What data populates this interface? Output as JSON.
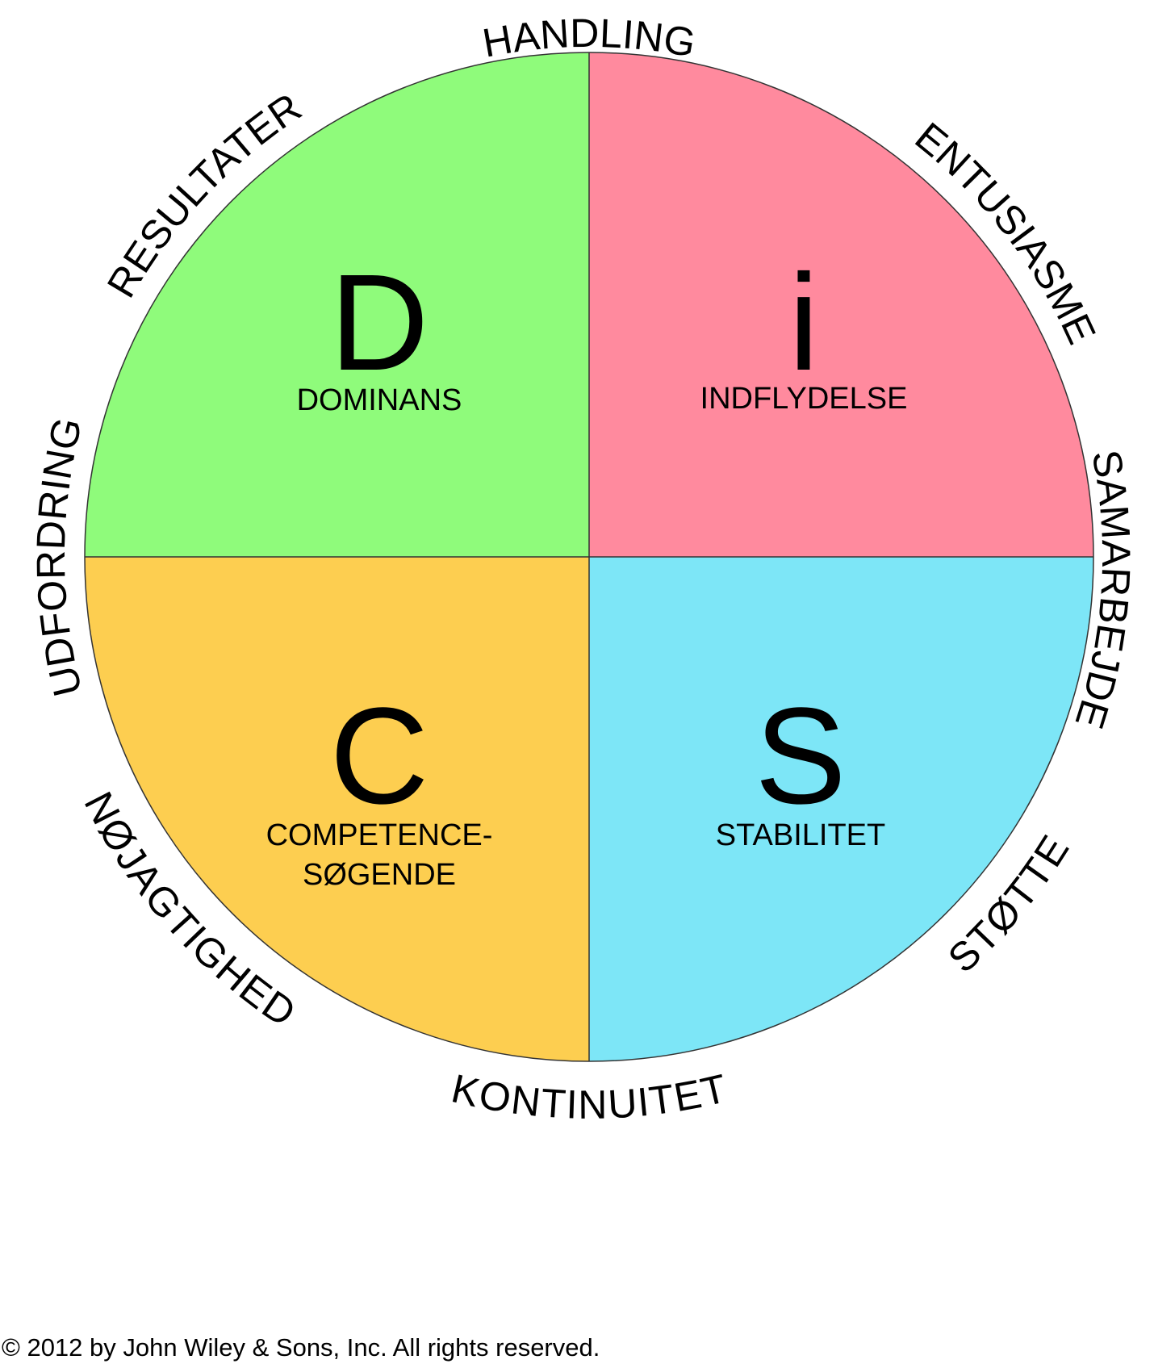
{
  "colors": {
    "dominance": "#8ffb7b",
    "influence": "#ff8a9e",
    "steadiness": "#7de6f7",
    "conscientiousness": "#fdce50",
    "outline": "#333333"
  },
  "quadrants": {
    "d": {
      "letter": "D",
      "name": "DOMINANS"
    },
    "i": {
      "letter": "i",
      "name": "INDFLYDELSE"
    },
    "s": {
      "letter": "S",
      "name": "STABILITET"
    },
    "c": {
      "letter": "C",
      "name_line1": "COMPETENCE-",
      "name_line2": "SØGENDE"
    }
  },
  "ring_words": {
    "top": "HANDLING",
    "top_right": "ENTUSIASME",
    "right": "SAMARBEJDE",
    "bottom_right": "STØTTE",
    "bottom": "KONTINUITET",
    "bottom_left": "NØJAGTIGHED",
    "left": "UDFORDRING",
    "top_left": "RESULTATER"
  },
  "copyright": "© 2012 by John Wiley & Sons, Inc. All rights reserved."
}
